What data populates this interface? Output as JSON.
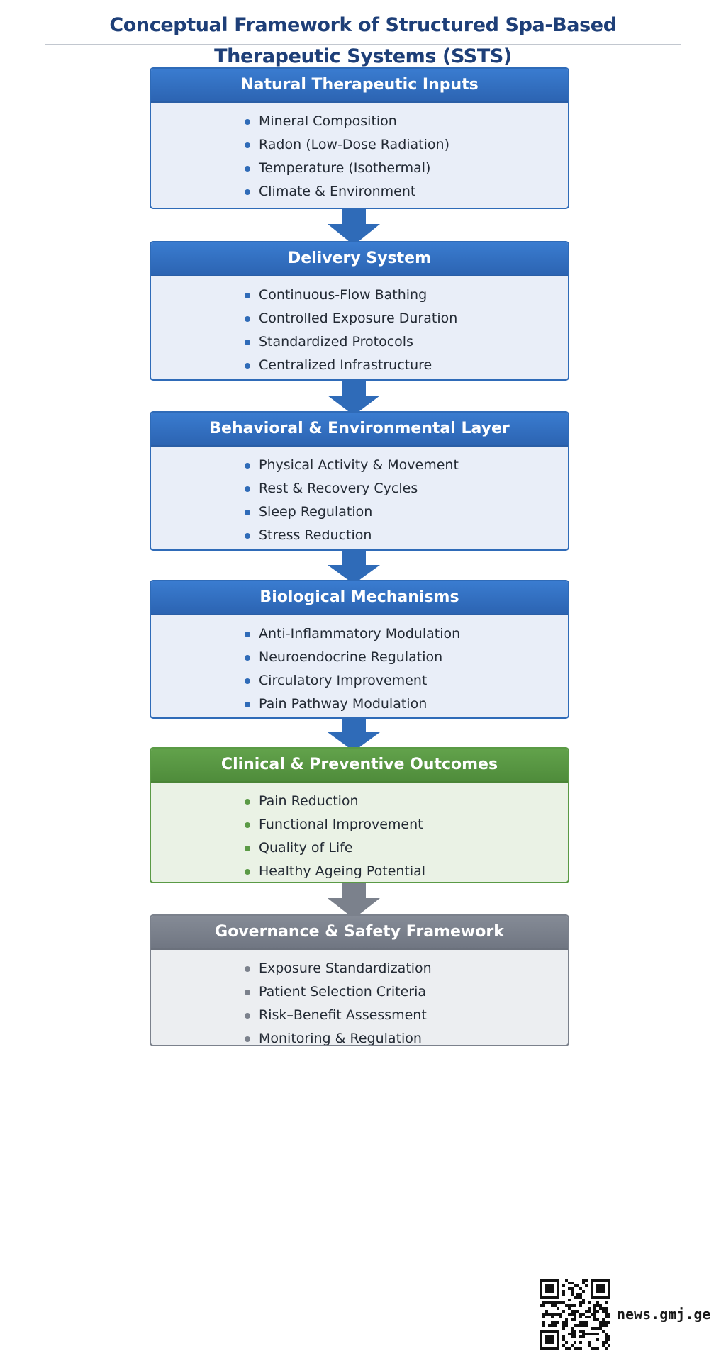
{
  "title": "Conceptual Framework of Structured Spa-Based Therapeutic Systems (SSTS)",
  "boxes": [
    {
      "heading": "Natural Therapeutic Inputs",
      "theme": "blue",
      "items": [
        "Mineral Composition",
        "Radon (Low-Dose Radiation)",
        "Temperature (Isothermal)",
        "Climate & Environment"
      ]
    },
    {
      "heading": "Delivery System",
      "theme": "blue",
      "items": [
        "Continuous-Flow Bathing",
        "Controlled Exposure Duration",
        "Standardized Protocols",
        "Centralized Infrastructure"
      ]
    },
    {
      "heading": "Behavioral & Environmental Layer",
      "theme": "blue",
      "items": [
        "Physical Activity & Movement",
        "Rest & Recovery Cycles",
        "Sleep Regulation",
        "Stress Reduction"
      ]
    },
    {
      "heading": "Biological Mechanisms",
      "theme": "blue",
      "items": [
        "Anti-Inflammatory Modulation",
        "Neuroendocrine Regulation",
        "Circulatory Improvement",
        "Pain Pathway Modulation"
      ]
    },
    {
      "heading": "Clinical & Preventive Outcomes",
      "theme": "green",
      "items": [
        "Pain Reduction",
        "Functional Improvement",
        "Quality of Life",
        "Healthy Ageing Potential"
      ]
    },
    {
      "heading": "Governance & Safety Framework",
      "theme": "gray",
      "items": [
        "Exposure Standardization",
        "Patient Selection Criteria",
        "Risk–Benefit Assessment",
        "Monitoring & Regulation"
      ]
    }
  ],
  "colors": {
    "blue": "#2f6bb8",
    "green": "#5a9a45",
    "gray": "#7b818c",
    "title": "#1e3f78"
  },
  "footer": {
    "qr_icon": "qr-code-icon",
    "site": "news.gmj.ge"
  }
}
